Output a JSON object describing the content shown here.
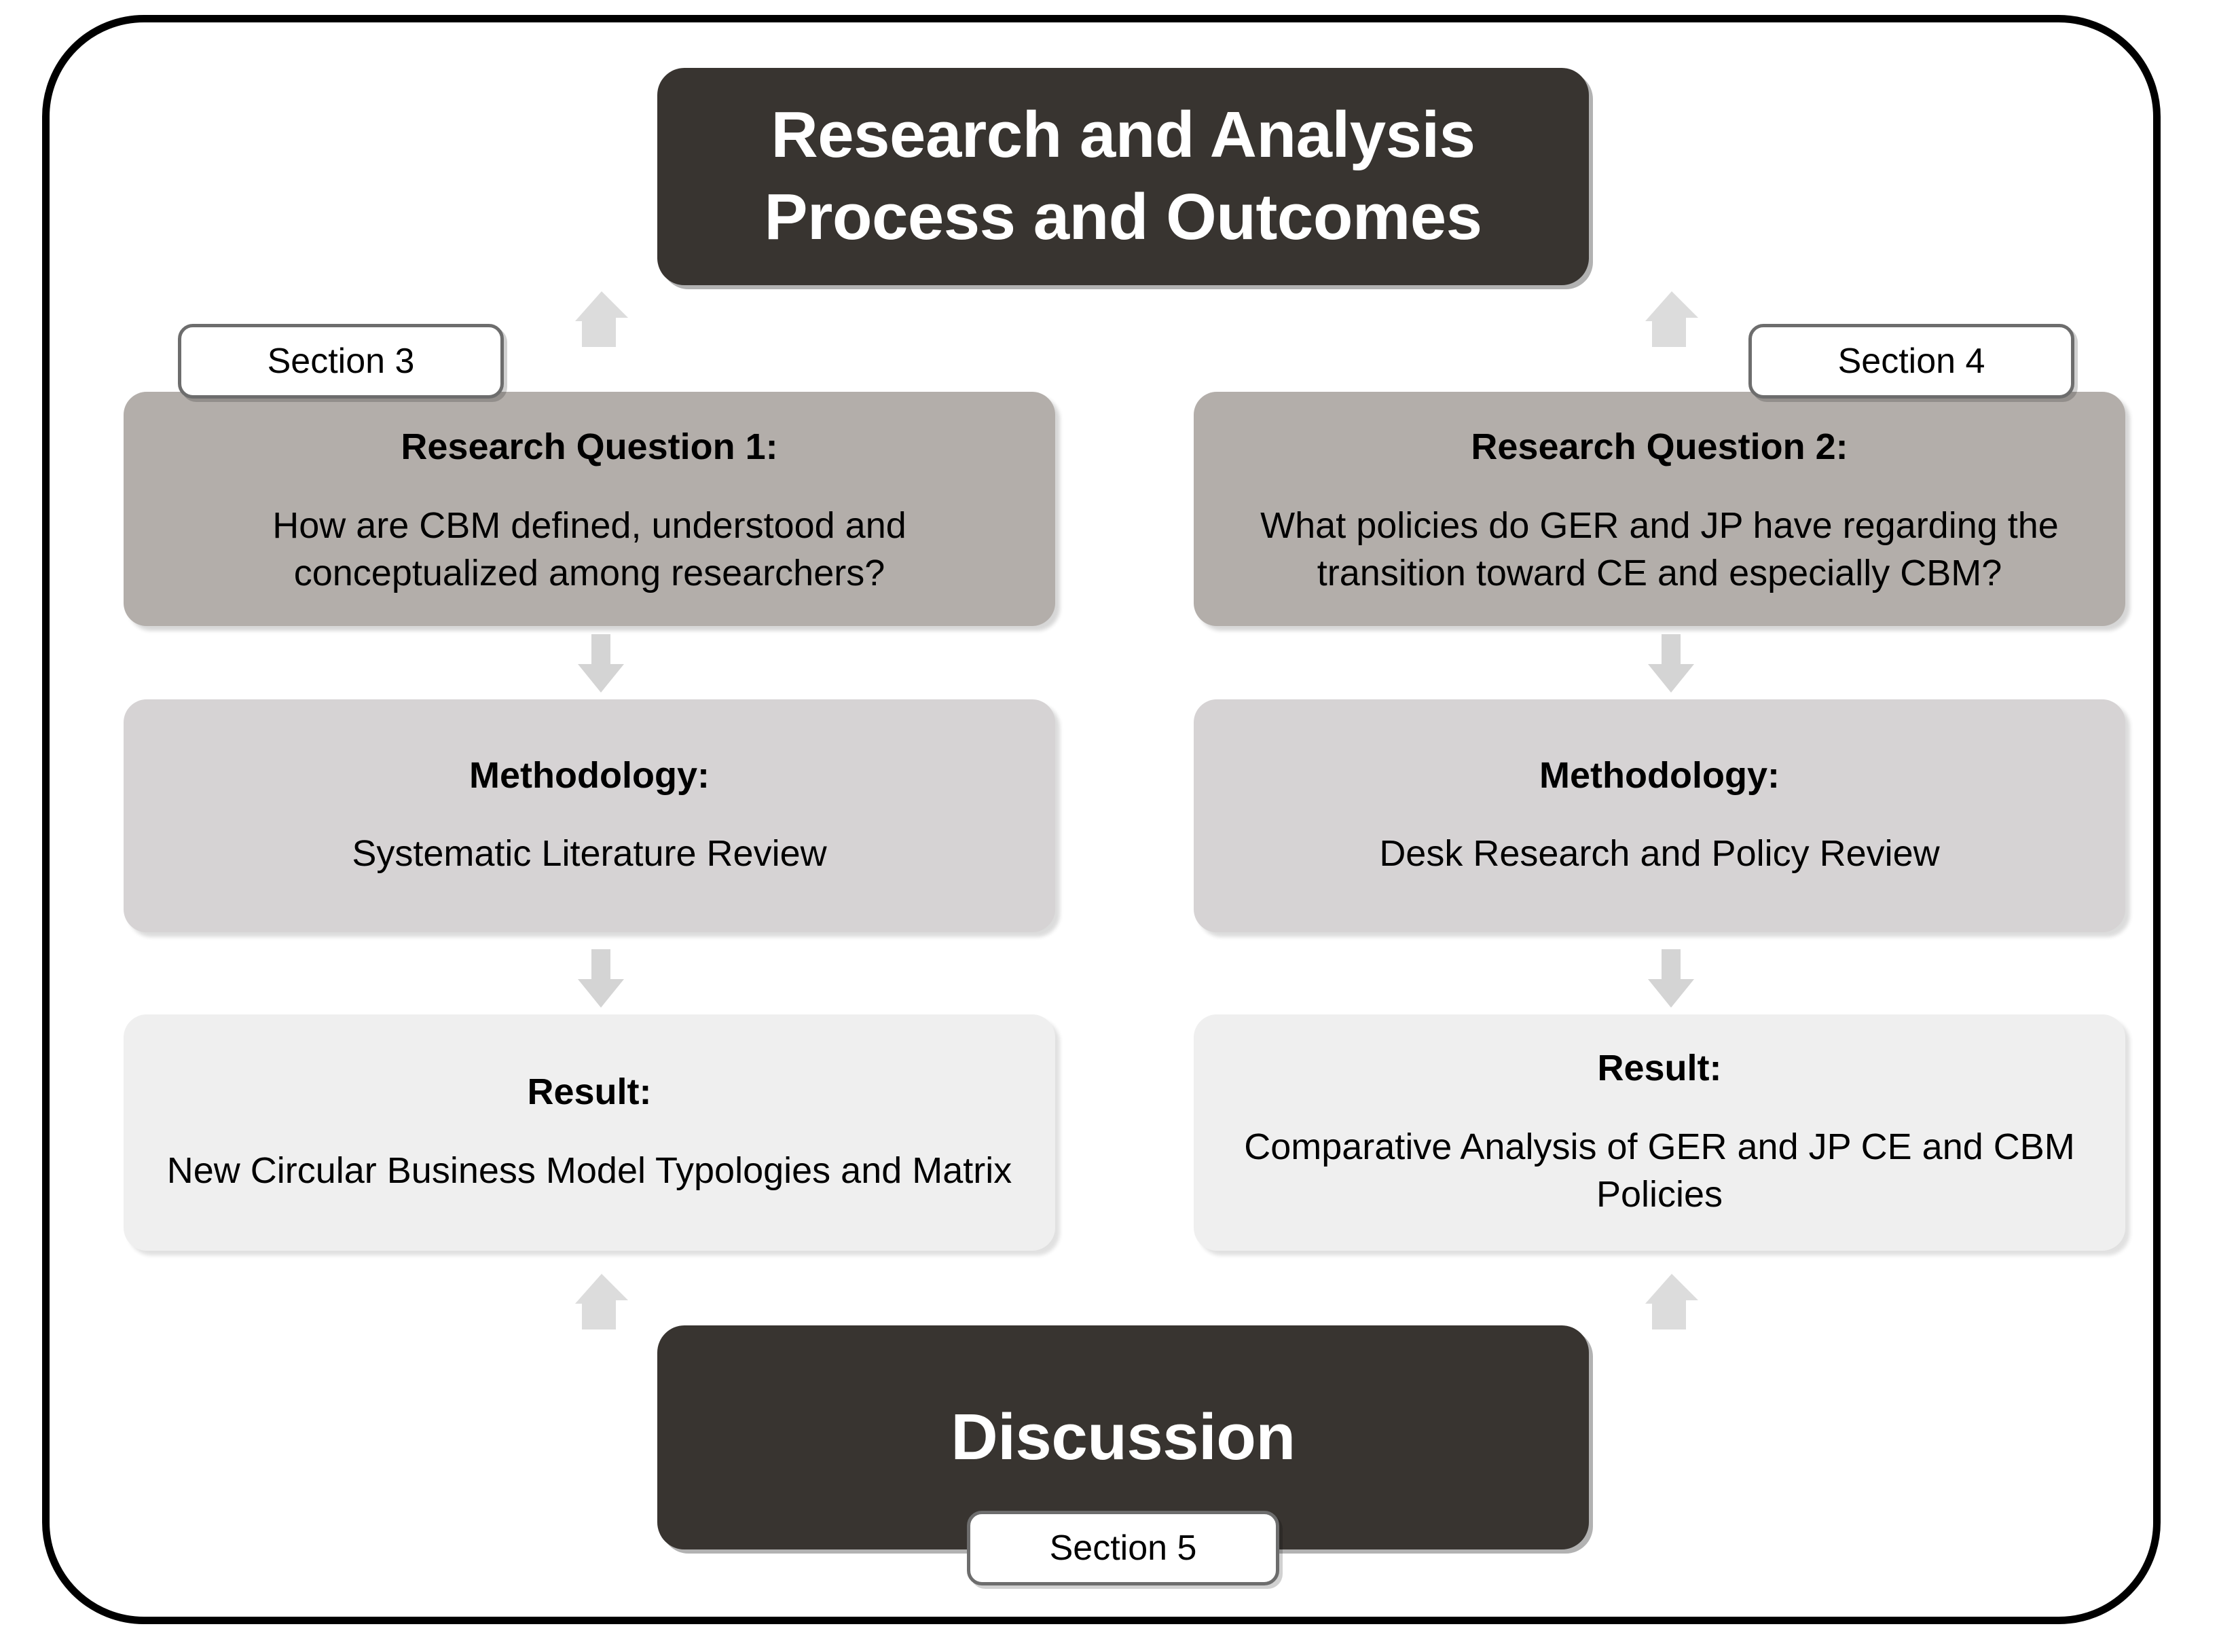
{
  "diagram": {
    "title_box": {
      "line1": "Research and Analysis",
      "line2": "Process and Outcomes"
    },
    "discussion_box": {
      "label": "Discussion"
    },
    "section_tags": {
      "left": "Section 3",
      "right": "Section 4",
      "bottom": "Section 5"
    },
    "columns": [
      {
        "research_question": {
          "heading": "Research Question 1:",
          "text": "How are CBM defined, understood and conceptualized among researchers?"
        },
        "methodology": {
          "heading": "Methodology:",
          "text": "Systematic Literature Review"
        },
        "result": {
          "heading": "Result:",
          "text": "New Circular Business Model Typologies and Matrix"
        }
      },
      {
        "research_question": {
          "heading": "Research Question 2:",
          "text": "What policies do GER and JP have regarding the transition toward CE and especially CBM?"
        },
        "methodology": {
          "heading": "Methodology:",
          "text": "Desk Research and Policy Review"
        },
        "result": {
          "heading": "Result:",
          "text": "Comparative Analysis of GER and JP CE and CBM Policies"
        }
      }
    ],
    "colors": {
      "dark_box": "#383430",
      "research_question_box": "#b3aeaa",
      "methodology_box": "#d6d3d4",
      "result_box": "#efefef",
      "arrow": "#d9d9d9",
      "frame_border": "#000000",
      "section_tag_border": "#6d6d6d"
    },
    "arrows": [
      {
        "name": "rq1-to-title",
        "direction": "up"
      },
      {
        "name": "rq2-to-title",
        "direction": "up"
      },
      {
        "name": "rq1-to-methodology",
        "direction": "down"
      },
      {
        "name": "rq2-to-methodology",
        "direction": "down"
      },
      {
        "name": "methodology1-to-result",
        "direction": "down"
      },
      {
        "name": "methodology2-to-result",
        "direction": "down"
      },
      {
        "name": "result1-to-discussion",
        "direction": "down"
      },
      {
        "name": "result2-to-discussion",
        "direction": "down"
      }
    ]
  }
}
